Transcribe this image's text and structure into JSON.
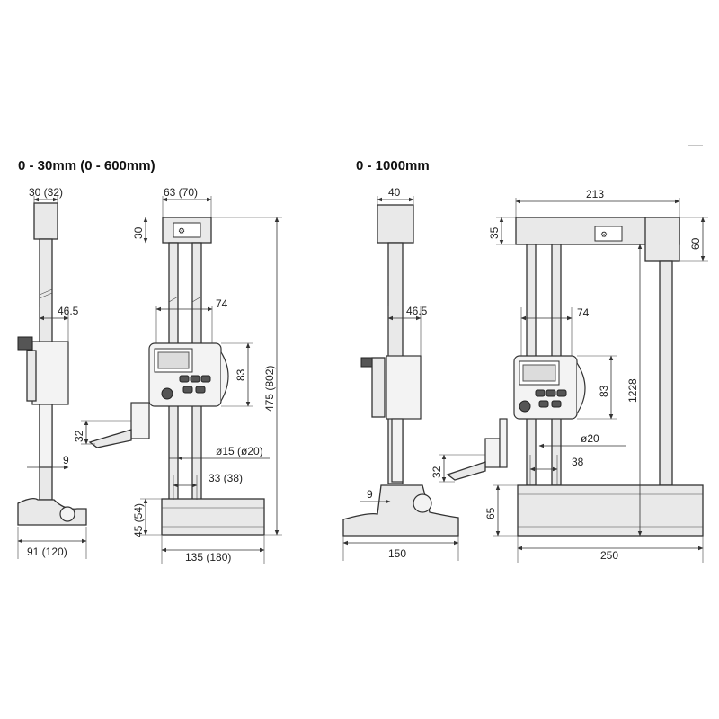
{
  "titles": {
    "left": "0 - 30mm (0 - 600mm)",
    "right": "0 - 1000mm"
  },
  "left_side_view": {
    "top_width": "30 (32)",
    "slider_depth": "46.5",
    "scribe_width": "9",
    "base_width": "91 (120)"
  },
  "left_front_view": {
    "head_width": "63 (70)",
    "head_height": "30",
    "display_width": "74",
    "display_height": "83",
    "total_height": "475 (802)",
    "scriber_offset": "32",
    "column_dia": "ø15 (ø20)",
    "column_spacing": "33 (38)",
    "base_height": "45 (54)",
    "base_width": "135 (180)"
  },
  "right_side_view": {
    "top_width": "40",
    "slider_depth": "46.5",
    "scribe_width": "9",
    "base_width": "150"
  },
  "right_front_view": {
    "beam_width": "213",
    "beam_height": "35",
    "bracket_height": "60",
    "display_width": "74",
    "display_height": "83",
    "total_height": "1228",
    "column_dia": "ø20",
    "column_spacing": "38",
    "scriber_offset": "32",
    "base_height": "65",
    "base_width": "250"
  }
}
